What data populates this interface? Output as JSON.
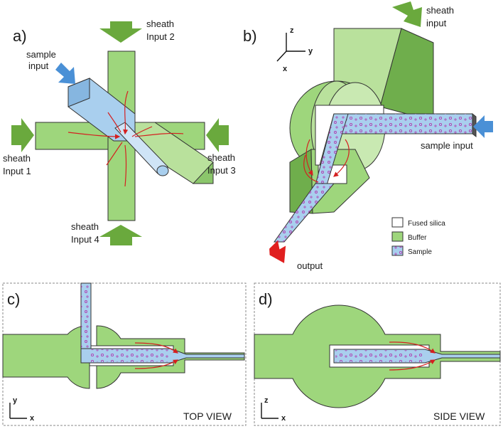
{
  "panels": {
    "a": {
      "label": "a)",
      "sample_input": [
        "sample",
        "input"
      ],
      "sheath1": [
        "sheath",
        "Input 1"
      ],
      "sheath2": [
        "sheath",
        "Input 2"
      ],
      "sheath3": [
        "sheath",
        "Input 3"
      ],
      "sheath4": [
        "sheath",
        "Input 4"
      ]
    },
    "b": {
      "label": "b)",
      "sheath_input": [
        "sheath",
        "input"
      ],
      "sample_input": "sample input",
      "output": "output",
      "axes": {
        "z": "z",
        "y": "y",
        "x": "x"
      }
    },
    "c": {
      "label": "c)",
      "view": "TOP VIEW",
      "axes": {
        "v": "y",
        "h": "x"
      }
    },
    "d": {
      "label": "d)",
      "view": "SIDE VIEW",
      "axes": {
        "v": "z",
        "h": "x"
      }
    }
  },
  "legend": [
    {
      "label": "Fused silica",
      "swatch": "#ffffff"
    },
    {
      "label": "Buffer",
      "swatch": "#9ed67c"
    },
    {
      "label": "Sample",
      "swatch": "#a9cfee"
    }
  ],
  "colors": {
    "buffer": "#9ed67c",
    "buffer_dark": "#6fae4c",
    "sample": "#a9cfee",
    "sample_dot": "#b03fb0",
    "flow_arrow": "#d42020",
    "sheath_arrow": "#6aa93d",
    "sample_arrow": "#4a90d6",
    "output_arrow": "#e01f1f"
  }
}
